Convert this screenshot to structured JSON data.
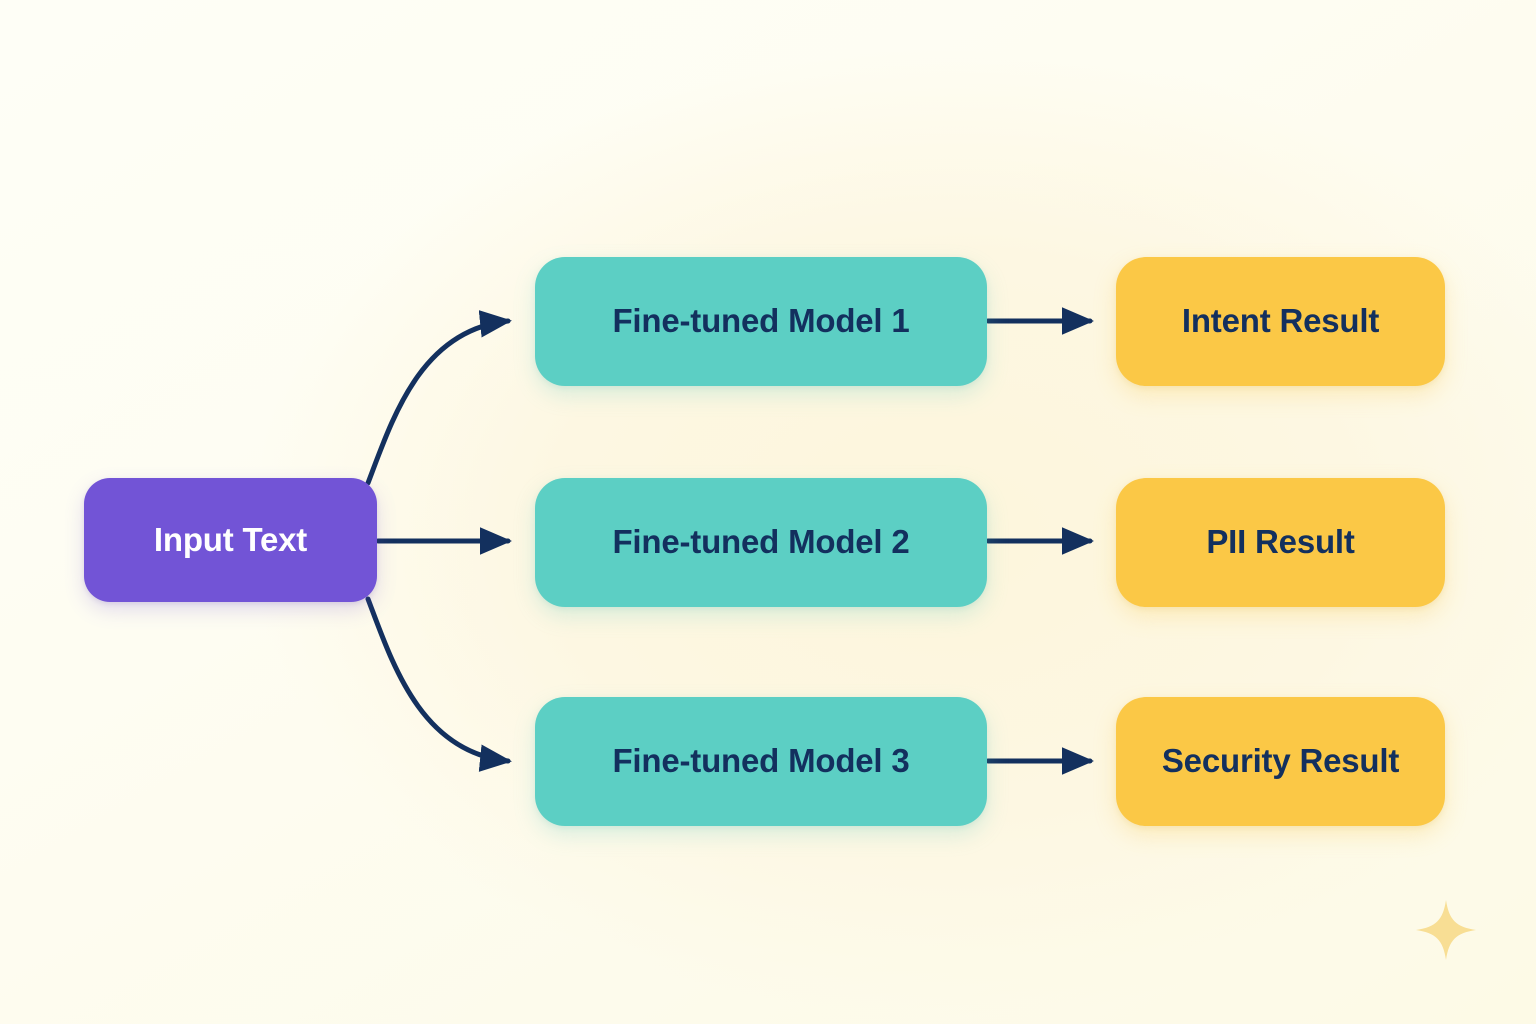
{
  "diagram": {
    "title_visible": false,
    "background": {
      "base_color": "#FEFEF6",
      "warm_center_color": "#FDF6DC"
    },
    "arrow_color": "#13305E",
    "input_node": {
      "label": "Input Text",
      "fill": "#7254D6",
      "text_color": "#FFFFFF"
    },
    "model_nodes": [
      {
        "label": "Fine-tuned Model 1",
        "fill": "#5CCFC4",
        "text_color": "#13305E"
      },
      {
        "label": "Fine-tuned Model 2",
        "fill": "#5CCFC4",
        "text_color": "#13305E"
      },
      {
        "label": "Fine-tuned Model 3",
        "fill": "#5CCFC4",
        "text_color": "#13305E"
      }
    ],
    "result_nodes": [
      {
        "label": "Intent Result",
        "fill": "#FBC846",
        "text_color": "#13305E"
      },
      {
        "label": "PII Result",
        "fill": "#FBC846",
        "text_color": "#13305E"
      },
      {
        "label": "Security Result",
        "fill": "#FBC846",
        "text_color": "#13305E"
      }
    ],
    "decoration": {
      "sparkle_icon": "four-point-star",
      "sparkle_color": "#F8DE94"
    },
    "edges": [
      {
        "from": "Input Text",
        "to": "Fine-tuned Model 1",
        "style": "curved"
      },
      {
        "from": "Input Text",
        "to": "Fine-tuned Model 2",
        "style": "straight"
      },
      {
        "from": "Input Text",
        "to": "Fine-tuned Model 3",
        "style": "curved"
      },
      {
        "from": "Fine-tuned Model 1",
        "to": "Intent Result",
        "style": "straight"
      },
      {
        "from": "Fine-tuned Model 2",
        "to": "PII Result",
        "style": "straight"
      },
      {
        "from": "Fine-tuned Model 3",
        "to": "Security Result",
        "style": "straight"
      }
    ]
  }
}
